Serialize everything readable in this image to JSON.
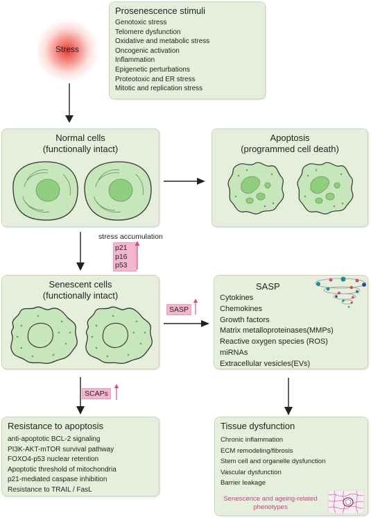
{
  "stress": {
    "label": "Stress"
  },
  "prosenescence": {
    "title": "Prosenescence stimuli",
    "items": [
      "Genotoxic stress",
      "Telomere dysfunction",
      "Oxidative and metabolic stress",
      "Oncogenic activation",
      "Inflammation",
      "Epigenetic perturbations",
      "Proteotoxic and ER stress",
      "Mitotic and replication stress"
    ]
  },
  "normal_cells": {
    "title_line1": "Normal cells",
    "title_line2": "(functionally intact)"
  },
  "apoptosis": {
    "title_line1": "Apoptosis",
    "title_line2": "(programmed cell death)"
  },
  "stress_accumulation": {
    "label": "stress accumulation",
    "markers": [
      "p21",
      "p16",
      "p53"
    ]
  },
  "senescent_cells": {
    "title_line1": "Senescent cells",
    "title_line2": "(functionally intact)"
  },
  "sasp_arrow": {
    "label": "SASP"
  },
  "sasp": {
    "title": "SASP",
    "items": [
      "Cytokines",
      "Chemokines",
      "Growth factors",
      "Matrix metalloproteinases(MMPs)",
      "Reactive oxygen species (ROS)",
      "miRNAs",
      "Extracellular vesicles(EVs)"
    ]
  },
  "scaps": {
    "label": "SCAPs"
  },
  "resistance": {
    "title": "Resistance to apoptosis",
    "items": [
      "anti-apoptotic BCL-2 signaling",
      "PI3K-AKT-mTOR survival pathway",
      "FOXO4-p53 nuclear retention",
      "Apoptotic threshold of mitochondria",
      "p21-mediated caspase inhibition",
      "Resistance to TRAIL / FasL"
    ]
  },
  "tissue": {
    "title": "Tissue dysfunction",
    "items": [
      "Chronic inflammation",
      "ECM remodeling/fibrosis",
      "Stem cell and organelle dysfunction",
      "Vascular dysfunction",
      "Barrier leakage"
    ],
    "phenotypes_line1": "Senescence and ageing-related",
    "phenotypes_line2": "phenotypes"
  },
  "colors": {
    "box_fill": "#e6efdc",
    "cell_fill": "#c7e6bb",
    "nucleus": "#8fce7d",
    "pink": "#f4b6cf",
    "arrow_up": "#d9467f",
    "phenotype_text": "#c8408f",
    "stress_glow": "#e8302a"
  }
}
